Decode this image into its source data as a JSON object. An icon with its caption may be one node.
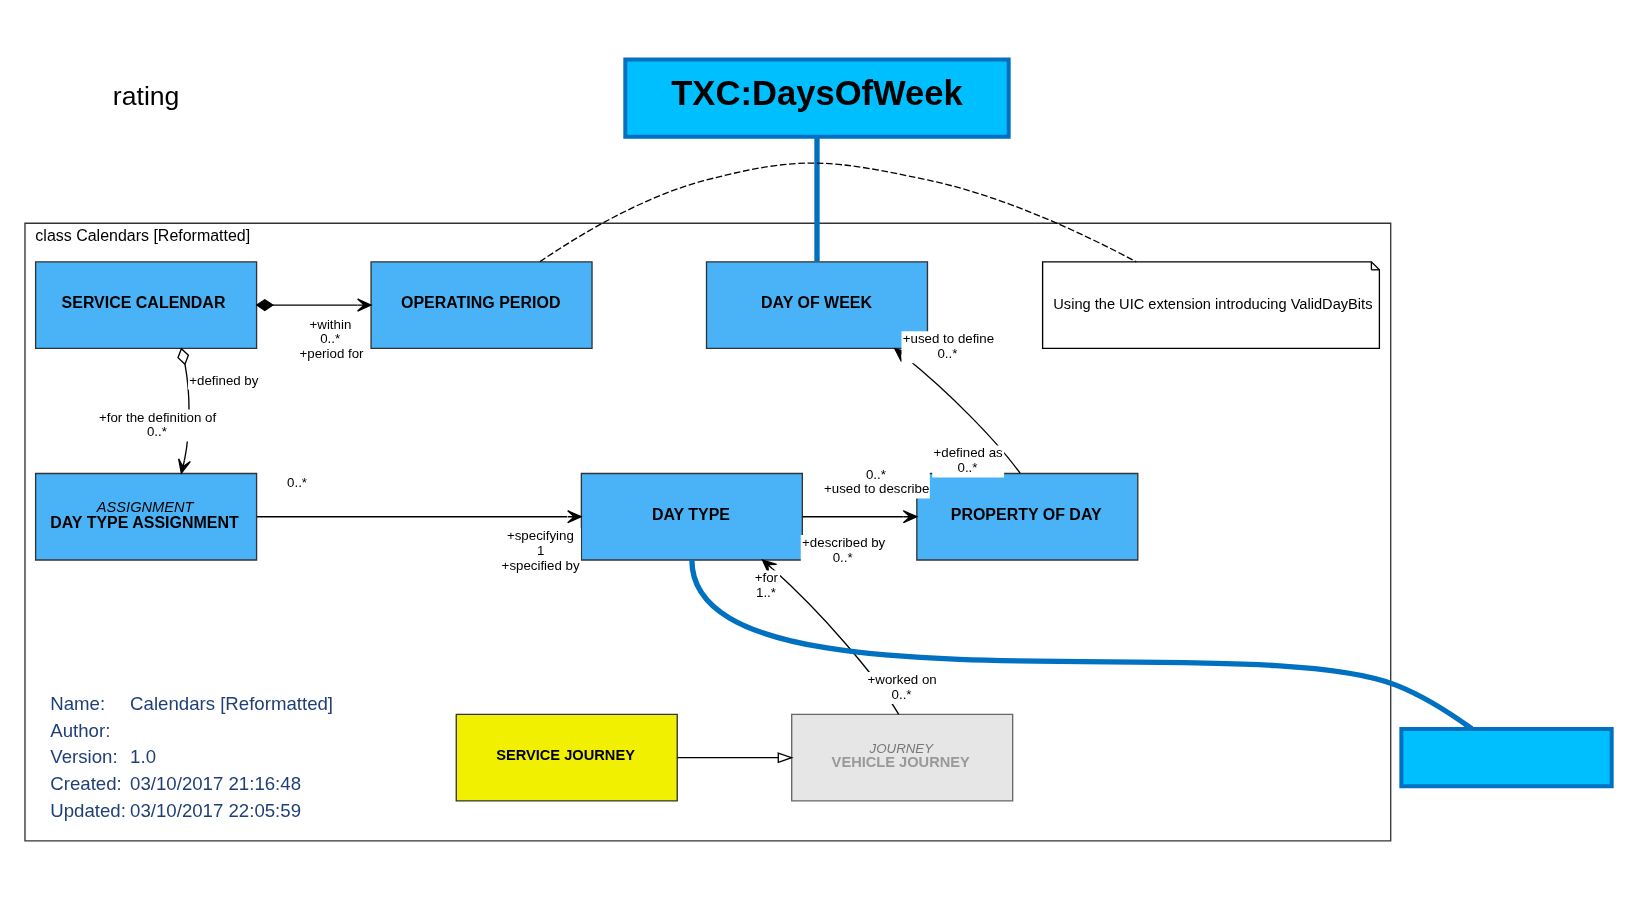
{
  "diagram": {
    "nodes": [
      {
        "text": [
          "TXC:DaysOfWeek"
        ]
      },
      {
        "text": [
          "class Calendars [Reformatted]"
        ]
      },
      {
        "text": [
          "SERVICE CALENDAR"
        ],
        "in": 1
      },
      {
        "text": [
          "OPERATING PERIOD"
        ],
        "in": 1
      },
      {
        "text": [
          "DAY OF WEEK"
        ],
        "in": 1
      },
      {
        "text": [
          "Using the UIC extension introducing ValidDayBits"
        ],
        "in": 1
      },
      {
        "text": [
          "ASSIGNMENT",
          "DAY TYPE ASSIGNMENT"
        ],
        "in": 1
      },
      {
        "text": [
          "DAY TYPE"
        ],
        "in": 1
      },
      {
        "text": [
          "PROPERTY OF DAY"
        ],
        "in": 1
      },
      {
        "text": [
          "JOURNEY",
          "VEHICLE JOURNEY"
        ],
        "in": 1
      },
      {
        "text": [
          "SERVICE JOURNEY"
        ],
        "in": 1
      },
      {
        "text": [],
        "shape": "box"
      }
    ],
    "edges": [
      {
        "from": 2,
        "to": 3,
        "arrow": "to"
      },
      {
        "from": 2,
        "to": 6,
        "arrow": "to"
      },
      {
        "from": 6,
        "to": 7,
        "arrow": "to"
      },
      {
        "from": 7,
        "to": 8,
        "arrow": "to"
      },
      {
        "from": 8,
        "to": 4,
        "arrow": "to"
      },
      {
        "from": 9,
        "to": 7,
        "arrow": "to"
      },
      {
        "from": 10,
        "to": 9,
        "arrow": "to"
      },
      {
        "from": 3,
        "to": 5,
        "arrow": "none",
        "style": "dashed"
      },
      {
        "from": 0,
        "to": 4,
        "arrow": "none",
        "style": "thick",
        "color": "#0070c0"
      },
      {
        "from": 11,
        "to": 7,
        "arrow": "none",
        "style": "thick",
        "color": "#0070c0"
      }
    ],
    "labels": [
      "rating",
      "+within",
      "0..*",
      "+period for",
      "+defined by",
      "+used to define",
      "0..*",
      "+for the definition of",
      "0..*",
      "+defined as",
      "0..*",
      "+specifying",
      "1",
      "+described by",
      "0..*",
      "0..*",
      "+specified by",
      "0..*",
      "+used to describe",
      "+for",
      "1..*",
      "Name:",
      "Calendars [Reformatted]",
      "+worked on",
      "0..*",
      "Author:",
      "Version:",
      "1.0",
      "Created:",
      "03/10/2017 21:16:48",
      "Updated:",
      "03/10/2017 22:05:59"
    ]
  }
}
